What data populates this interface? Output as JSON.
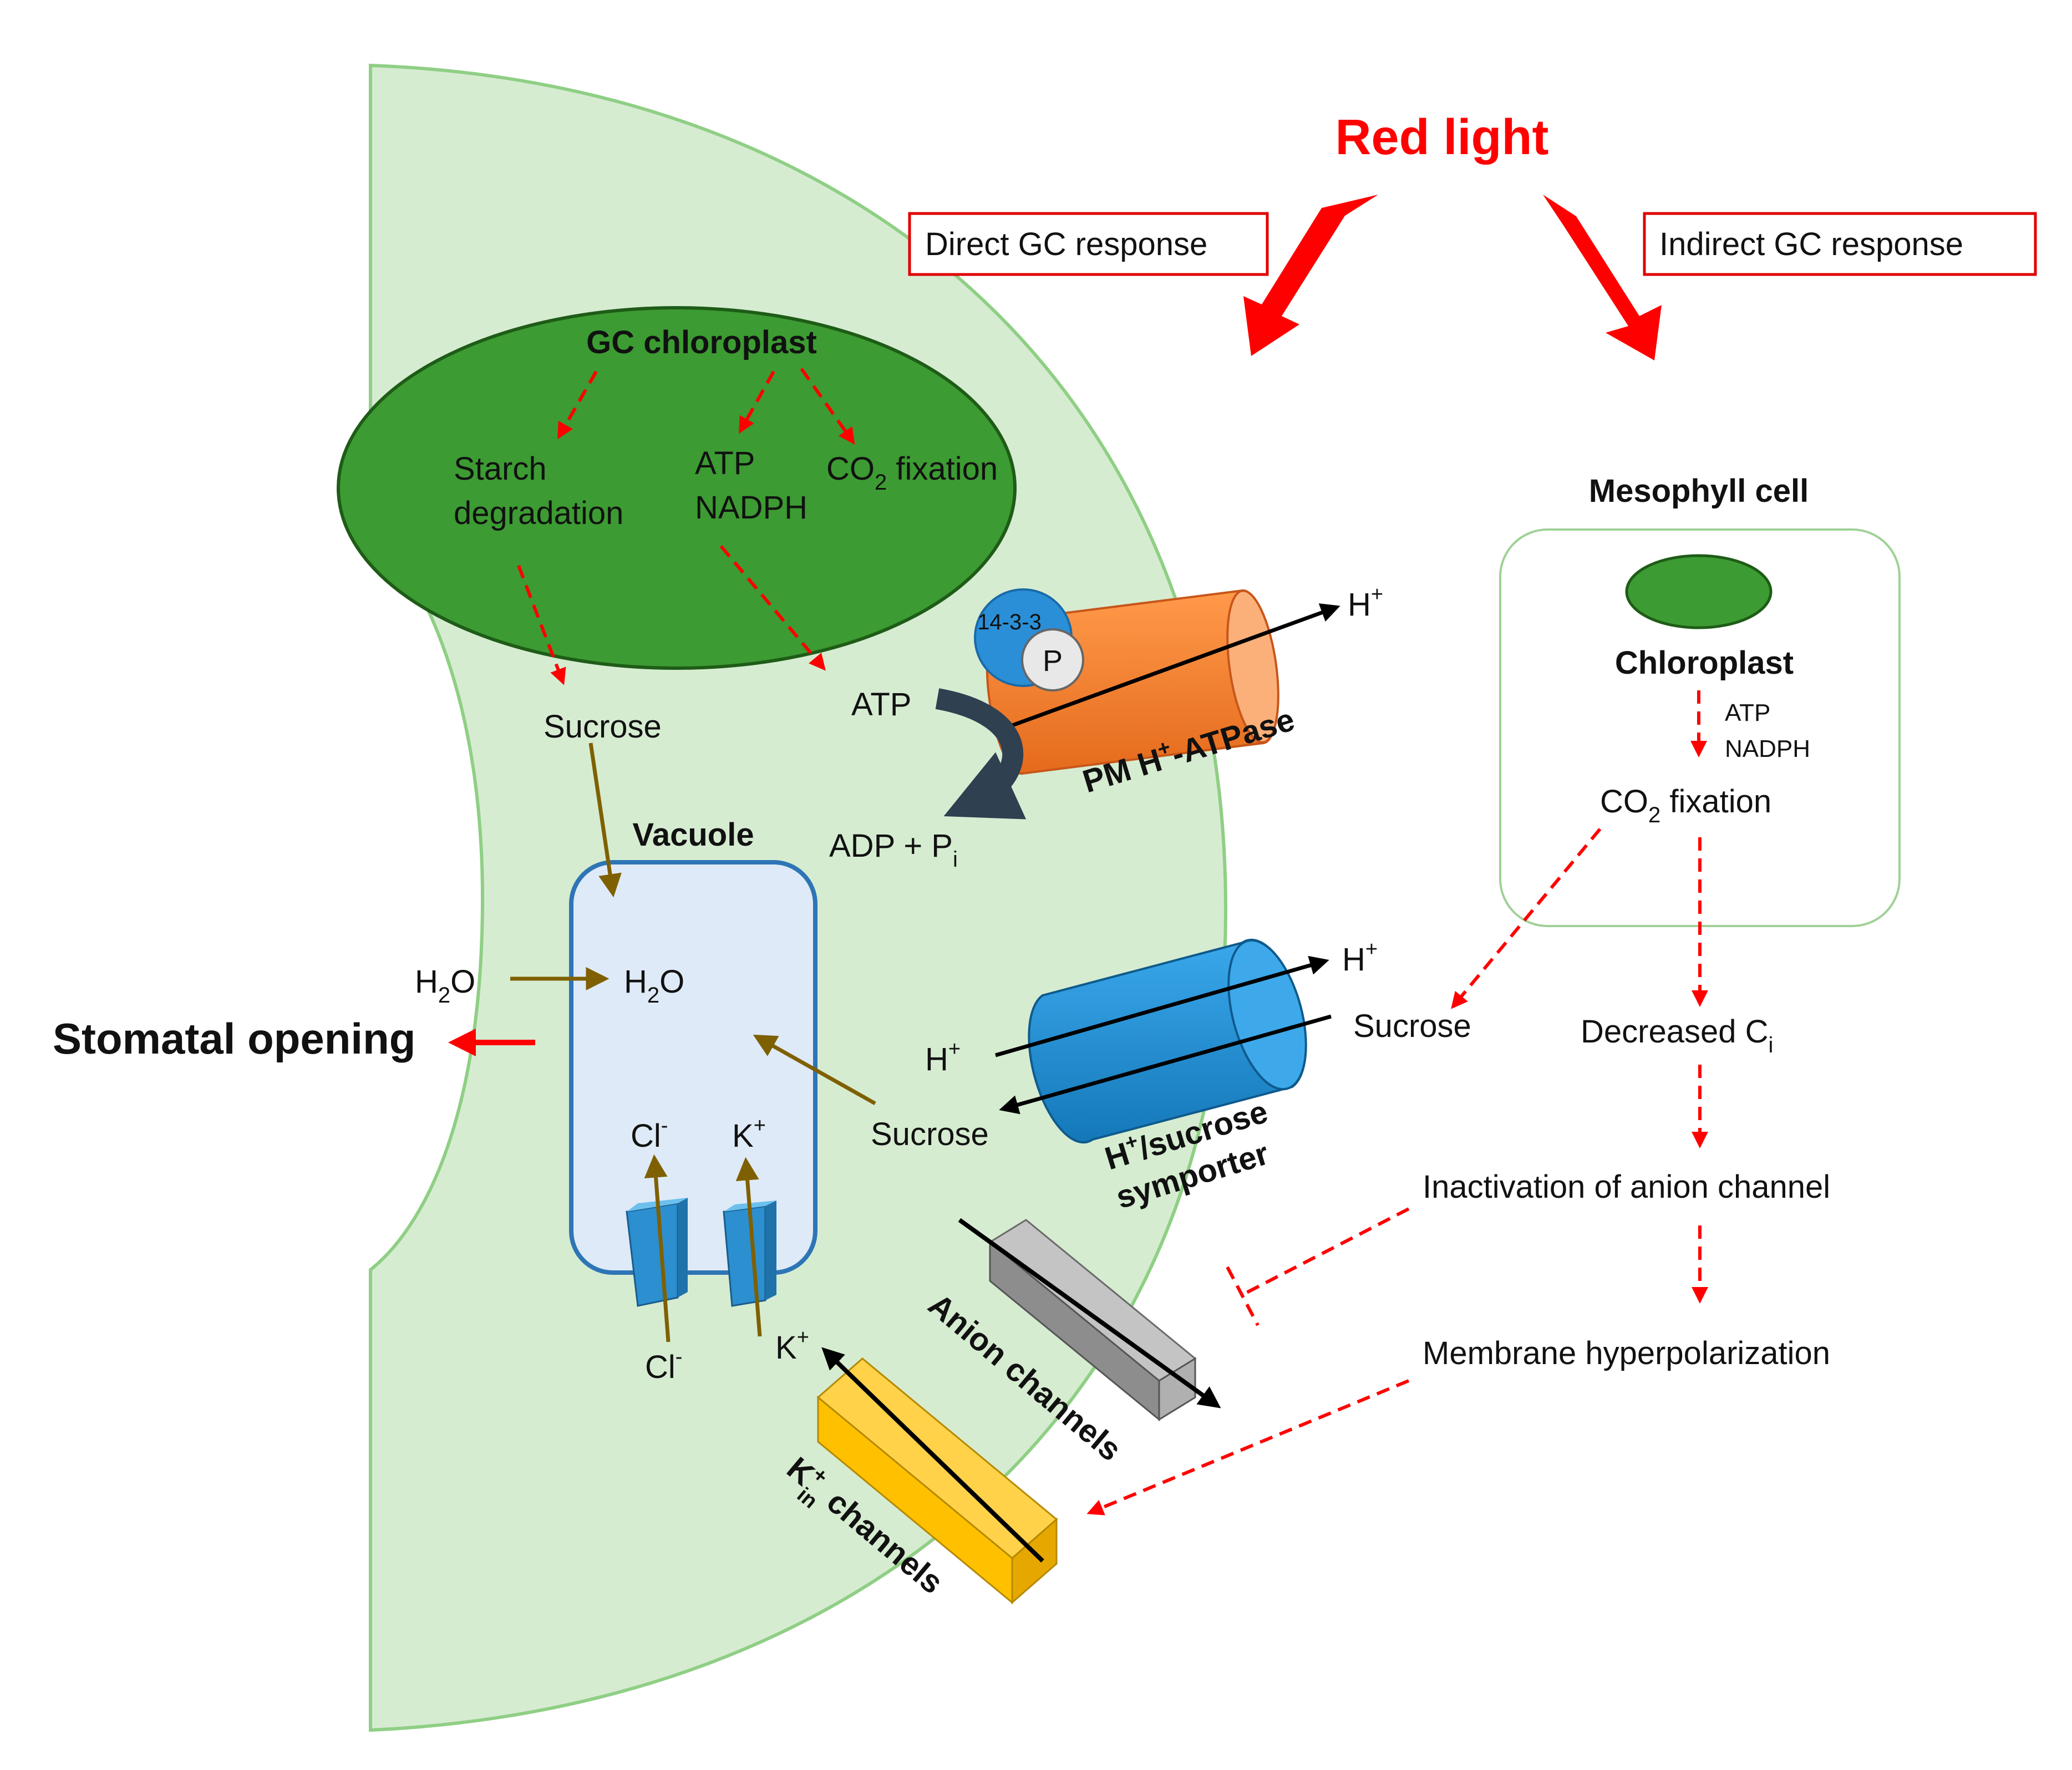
{
  "title": "Red light",
  "responses": {
    "direct": "Direct GC response",
    "indirect": "Indirect GC response"
  },
  "gc_chloroplast": {
    "title": "GC chloroplast",
    "starch_line1": "Starch",
    "starch_line2": "degradation",
    "atp": "ATP",
    "nadph": "NADPH",
    "co2_prefix": "CO",
    "co2_sub": "2",
    "co2_suffix": " fixation"
  },
  "pump": {
    "protein": "14-3-3",
    "phospho": "P",
    "h_out_base": "H",
    "h_out_sup": "+",
    "label_prefix": "PM H",
    "label_sup": "+",
    "label_suffix": "-ATPase",
    "atp": "ATP",
    "adp_prefix": "ADP + P",
    "adp_sub": "i"
  },
  "sucrose_top": "Sucrose",
  "vacuole": {
    "title": "Vacuole",
    "h2o_prefix": "H",
    "h2o_sub": "2",
    "h2o_suffix": "O",
    "cl_base": "Cl",
    "cl_sup": "-",
    "k_base": "K",
    "k_sup": "+"
  },
  "outside_h2o": {
    "prefix": "H",
    "sub": "2",
    "suffix": "O"
  },
  "stomatal_opening": "Stomatal opening",
  "symporter": {
    "h_out_base": "H",
    "h_out_sup": "+",
    "h_in_base": "H",
    "h_in_sup": "+",
    "sucrose_out": "Sucrose",
    "sucrose_in": "Sucrose",
    "label1_prefix": "H",
    "label1_sup": "+",
    "label1_suffix": "/sucrose",
    "label2": "symporter"
  },
  "channels": {
    "cl_base": "Cl",
    "cl_sup": "-",
    "k_base": "K",
    "k_sup": "+",
    "anion_label": "Anion channels",
    "kin_base": "K",
    "kin_sup": "+",
    "kin_sub": "in",
    "kin_suffix": " channels"
  },
  "mesophyll": {
    "title": "Mesophyll cell",
    "chloroplast": "Chloroplast",
    "atp": "ATP",
    "nadph": "NADPH",
    "co2_prefix": "CO",
    "co2_sub": "2",
    "co2_suffix": " fixation"
  },
  "cascade": {
    "decreased_prefix": "Decreased C",
    "decreased_sub": "i",
    "inactivation": "Inactivation of anion channel",
    "hyperpolarization": "Membrane hyperpolarization"
  },
  "colors": {
    "cell_fill": "#d6ecd1",
    "cell_stroke": "#8fcf85",
    "chloroplast": "#3c9b32",
    "red": "#ff0000",
    "vacuole_fill": "#deeaf7",
    "vacuole_stroke": "#2e75b6",
    "pump_orange": "#f5792a",
    "symporter_blue": "#1e90d6",
    "anion_gray": "#9a9a9a",
    "kin_yellow": "#ffc000",
    "brown_arrow": "#7f6000"
  }
}
